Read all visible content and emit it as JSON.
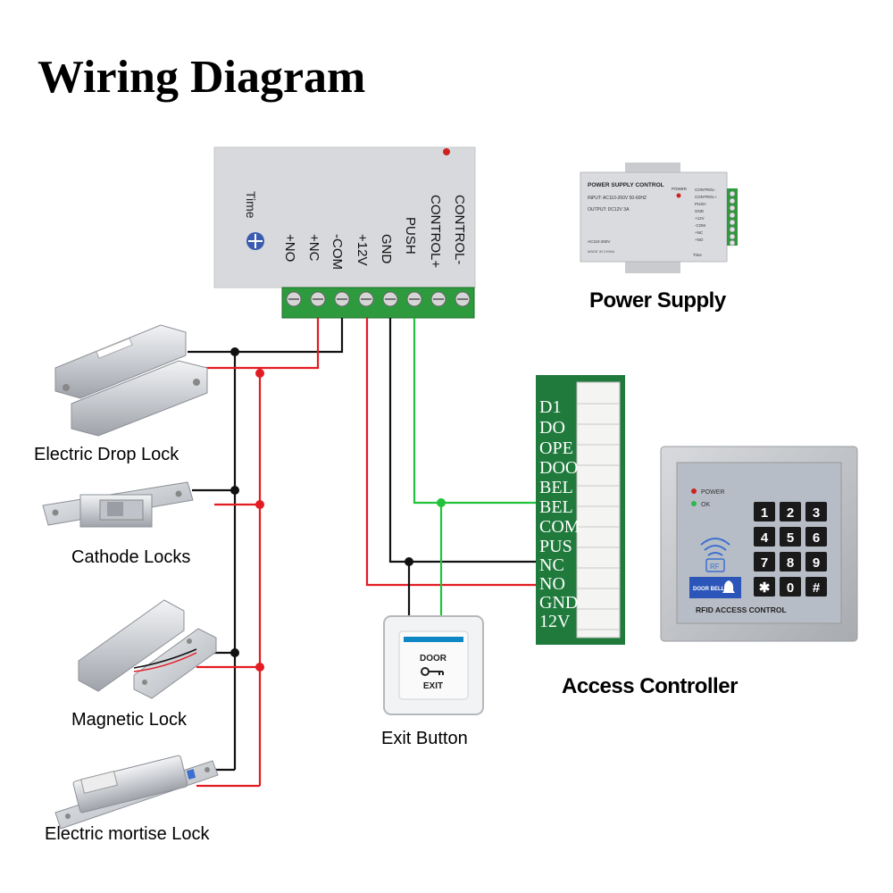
{
  "title": "Wiring Diagram",
  "power_supply_terminals": [
    "+NO",
    "+NC",
    "-COM",
    "+12V",
    "GND",
    "PUSH",
    "CONTROL+",
    "CONTROL-"
  ],
  "power_supply_time_label": "Time",
  "power_supply_photo": {
    "heading": "POWER SUPPLY CONTROL",
    "input": "INPUT: AC110-260V 50-60HZ",
    "output": "OUTPUT: DC12V 3A",
    "power_led": "POWER",
    "ac_label": "AC110-260V",
    "made_in": "MADE IN CHINA",
    "time": "Time",
    "terminals": [
      "CONTROL-",
      "CONTROL+",
      "PUSH",
      "GND",
      "+12V",
      "-COM",
      "+NC",
      "+NO"
    ]
  },
  "controller_pins": [
    "D1",
    "DO",
    "OPE",
    "DOO",
    "BEL",
    "BEL",
    "COM",
    "PUS",
    "NC",
    "NO",
    "GND",
    "12V"
  ],
  "keypad": {
    "power": "POWER",
    "ok": "OK",
    "rf": "RF",
    "door_bell": "DOOR BELL",
    "brand": "RFID ACCESS CONTROL",
    "keys": [
      "1",
      "2",
      "3",
      "4",
      "5",
      "6",
      "7",
      "8",
      "9",
      "✱",
      "0",
      "#"
    ]
  },
  "exit_button": {
    "door": "DOOR",
    "exit": "EXIT"
  },
  "labels": {
    "power_supply": "Power Supply",
    "access_controller": "Access Controller",
    "exit_button": "Exit Button",
    "electric_drop_lock": "Electric Drop Lock",
    "cathode_locks": "Cathode Locks",
    "magnetic_lock": "Magnetic Lock",
    "electric_mortise_lock": "Electric mortise Lock"
  },
  "colors": {
    "wire_black": "#111111",
    "wire_red": "#e31b23",
    "wire_green": "#22c33a",
    "terminal_green": "#2e9a3e",
    "pcb_green": "#1f7a3c"
  }
}
